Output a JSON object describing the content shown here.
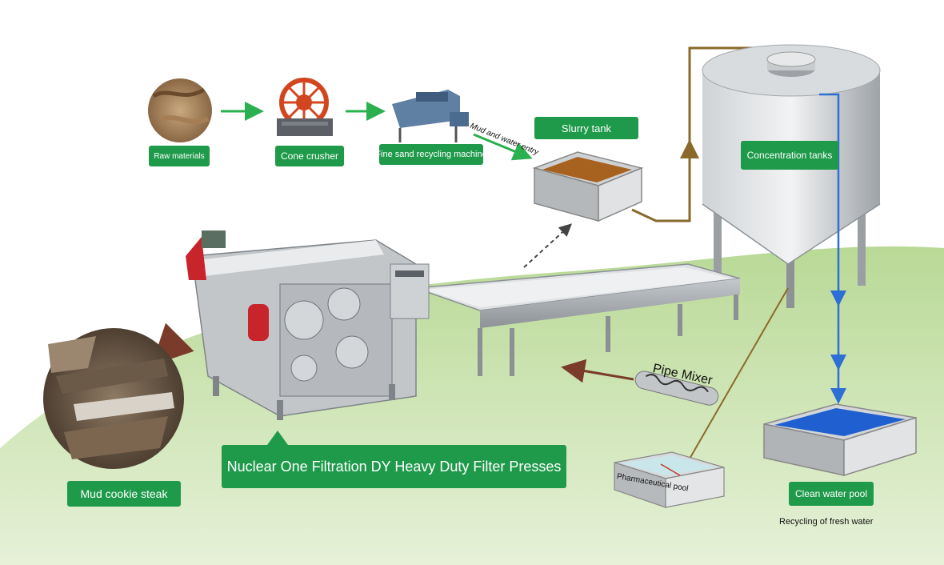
{
  "labels": {
    "raw_materials": "Raw materials",
    "cone_crusher": "Cone crusher",
    "fine_sand": "Fine sand recycling machine",
    "mud_water_entry": "Mud and water entry",
    "slurry_tank": "Slurry tank",
    "concentration_tanks": "Concentration tanks",
    "pipe_mixer": "Pipe Mixer",
    "pharmaceutical_pool": "Pharmaceutical pool",
    "clean_water_pool": "Clean water pool",
    "recycling_fresh_water": "Recycling of fresh water",
    "main_title": "Nuclear One Filtration DY Heavy Duty Filter Presses",
    "mud_cookie": "Mud cookie steak"
  },
  "colors": {
    "label_green": "#1e9a4a",
    "arrow_green": "#2bb04f",
    "ground_green": "#a9cf84",
    "feed_pipe": "#8a6a2a",
    "clean_water_pipe": "#2e6fd6",
    "chemical_pipe": "#c0392b",
    "sludge_arrow": "#b5261e",
    "machine_steel": "#a5a9ad"
  }
}
